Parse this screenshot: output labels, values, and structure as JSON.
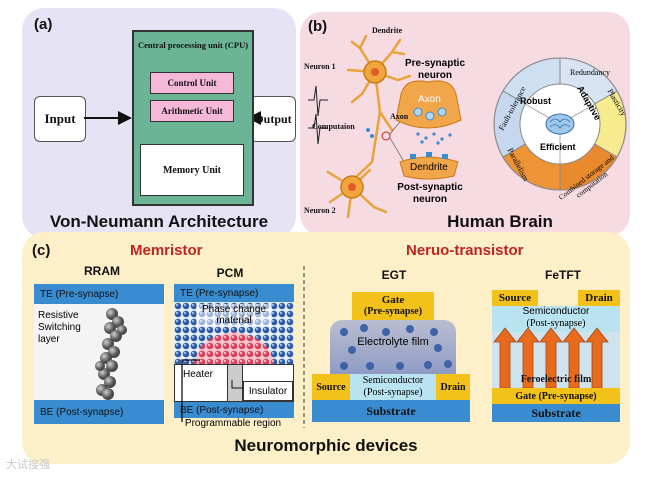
{
  "panel_a": {
    "label": "(a)",
    "input": "Input",
    "output": "Output",
    "cpu_title": "Central processing unit (CPU)",
    "control_unit": "Control Unit",
    "arithmetic_unit": "Arithmetic Unit",
    "memory_unit": "Memory Unit",
    "caption": "Von-Neumann Architecture"
  },
  "panel_b": {
    "label": "(b)",
    "dendrite": "Dendrite",
    "neuron1": "Neuron 1",
    "axon_label": "Axon",
    "computation": "Computaion",
    "neuron2": "Neuron 2",
    "pre_synaptic": "Pre-synaptic neuron",
    "axon": "Axon",
    "dendrite_bulb": "Dendrite",
    "post_synaptic": "Post-synaptic neuron",
    "wheel": {
      "redundancy": "Redundancy",
      "plasticity": "Plasticity",
      "fault_tolerance": "Fault-tolerance",
      "parallelism": "Parallelism",
      "combined": "Combined storage and computation",
      "robust": "Robust",
      "adaptive": "Adaptive",
      "efficient": "Efficient"
    },
    "caption": "Human Brain"
  },
  "panel_c": {
    "label": "(c)",
    "memristor_head": "Memristor",
    "transistor_head": "Neruo-transistor",
    "rram": {
      "title": "RRAM",
      "te": "TE (Pre-synapse)",
      "switching": "Resistive Switching layer",
      "be": "BE (Post-synapse)"
    },
    "pcm": {
      "title": "PCM",
      "te": "TE (Pre-synapse)",
      "phase": "Phase change material",
      "heater": "Heater",
      "insulator": "Insulator",
      "be": "BE (Post-synapse)",
      "prog": "Programmable region"
    },
    "egt": {
      "title": "EGT",
      "gate": "Gate",
      "gate_sub": "(Pre-synapse)",
      "electrolyte": "Electrolyte film",
      "source": "Source",
      "drain": "Drain",
      "semi": "Semiconductor",
      "semi_sub": "(Post-synapse)",
      "substrate": "Substrate"
    },
    "fetft": {
      "title": "FeTFT",
      "source": "Source",
      "drain": "Drain",
      "semi": "Semiconductor",
      "semi_sub": "(Post-synapse)",
      "fe_film": "Feroelectric film",
      "gate": "Gate (Pre-synapse)",
      "substrate": "Substrate"
    },
    "caption": "Neuromorphic devices"
  },
  "watermark": "大试搜强",
  "colors": {
    "panel_a_bg": "#e6e4f4",
    "panel_b_bg": "#f7dbe2",
    "panel_c_bg": "#fdf0c8",
    "cpu_green": "#6bb596",
    "unit_pink": "#f6b8d7",
    "electrode_blue": "#3a8cd1",
    "accent_red": "#c0241f",
    "gold": "#f2c21a"
  }
}
